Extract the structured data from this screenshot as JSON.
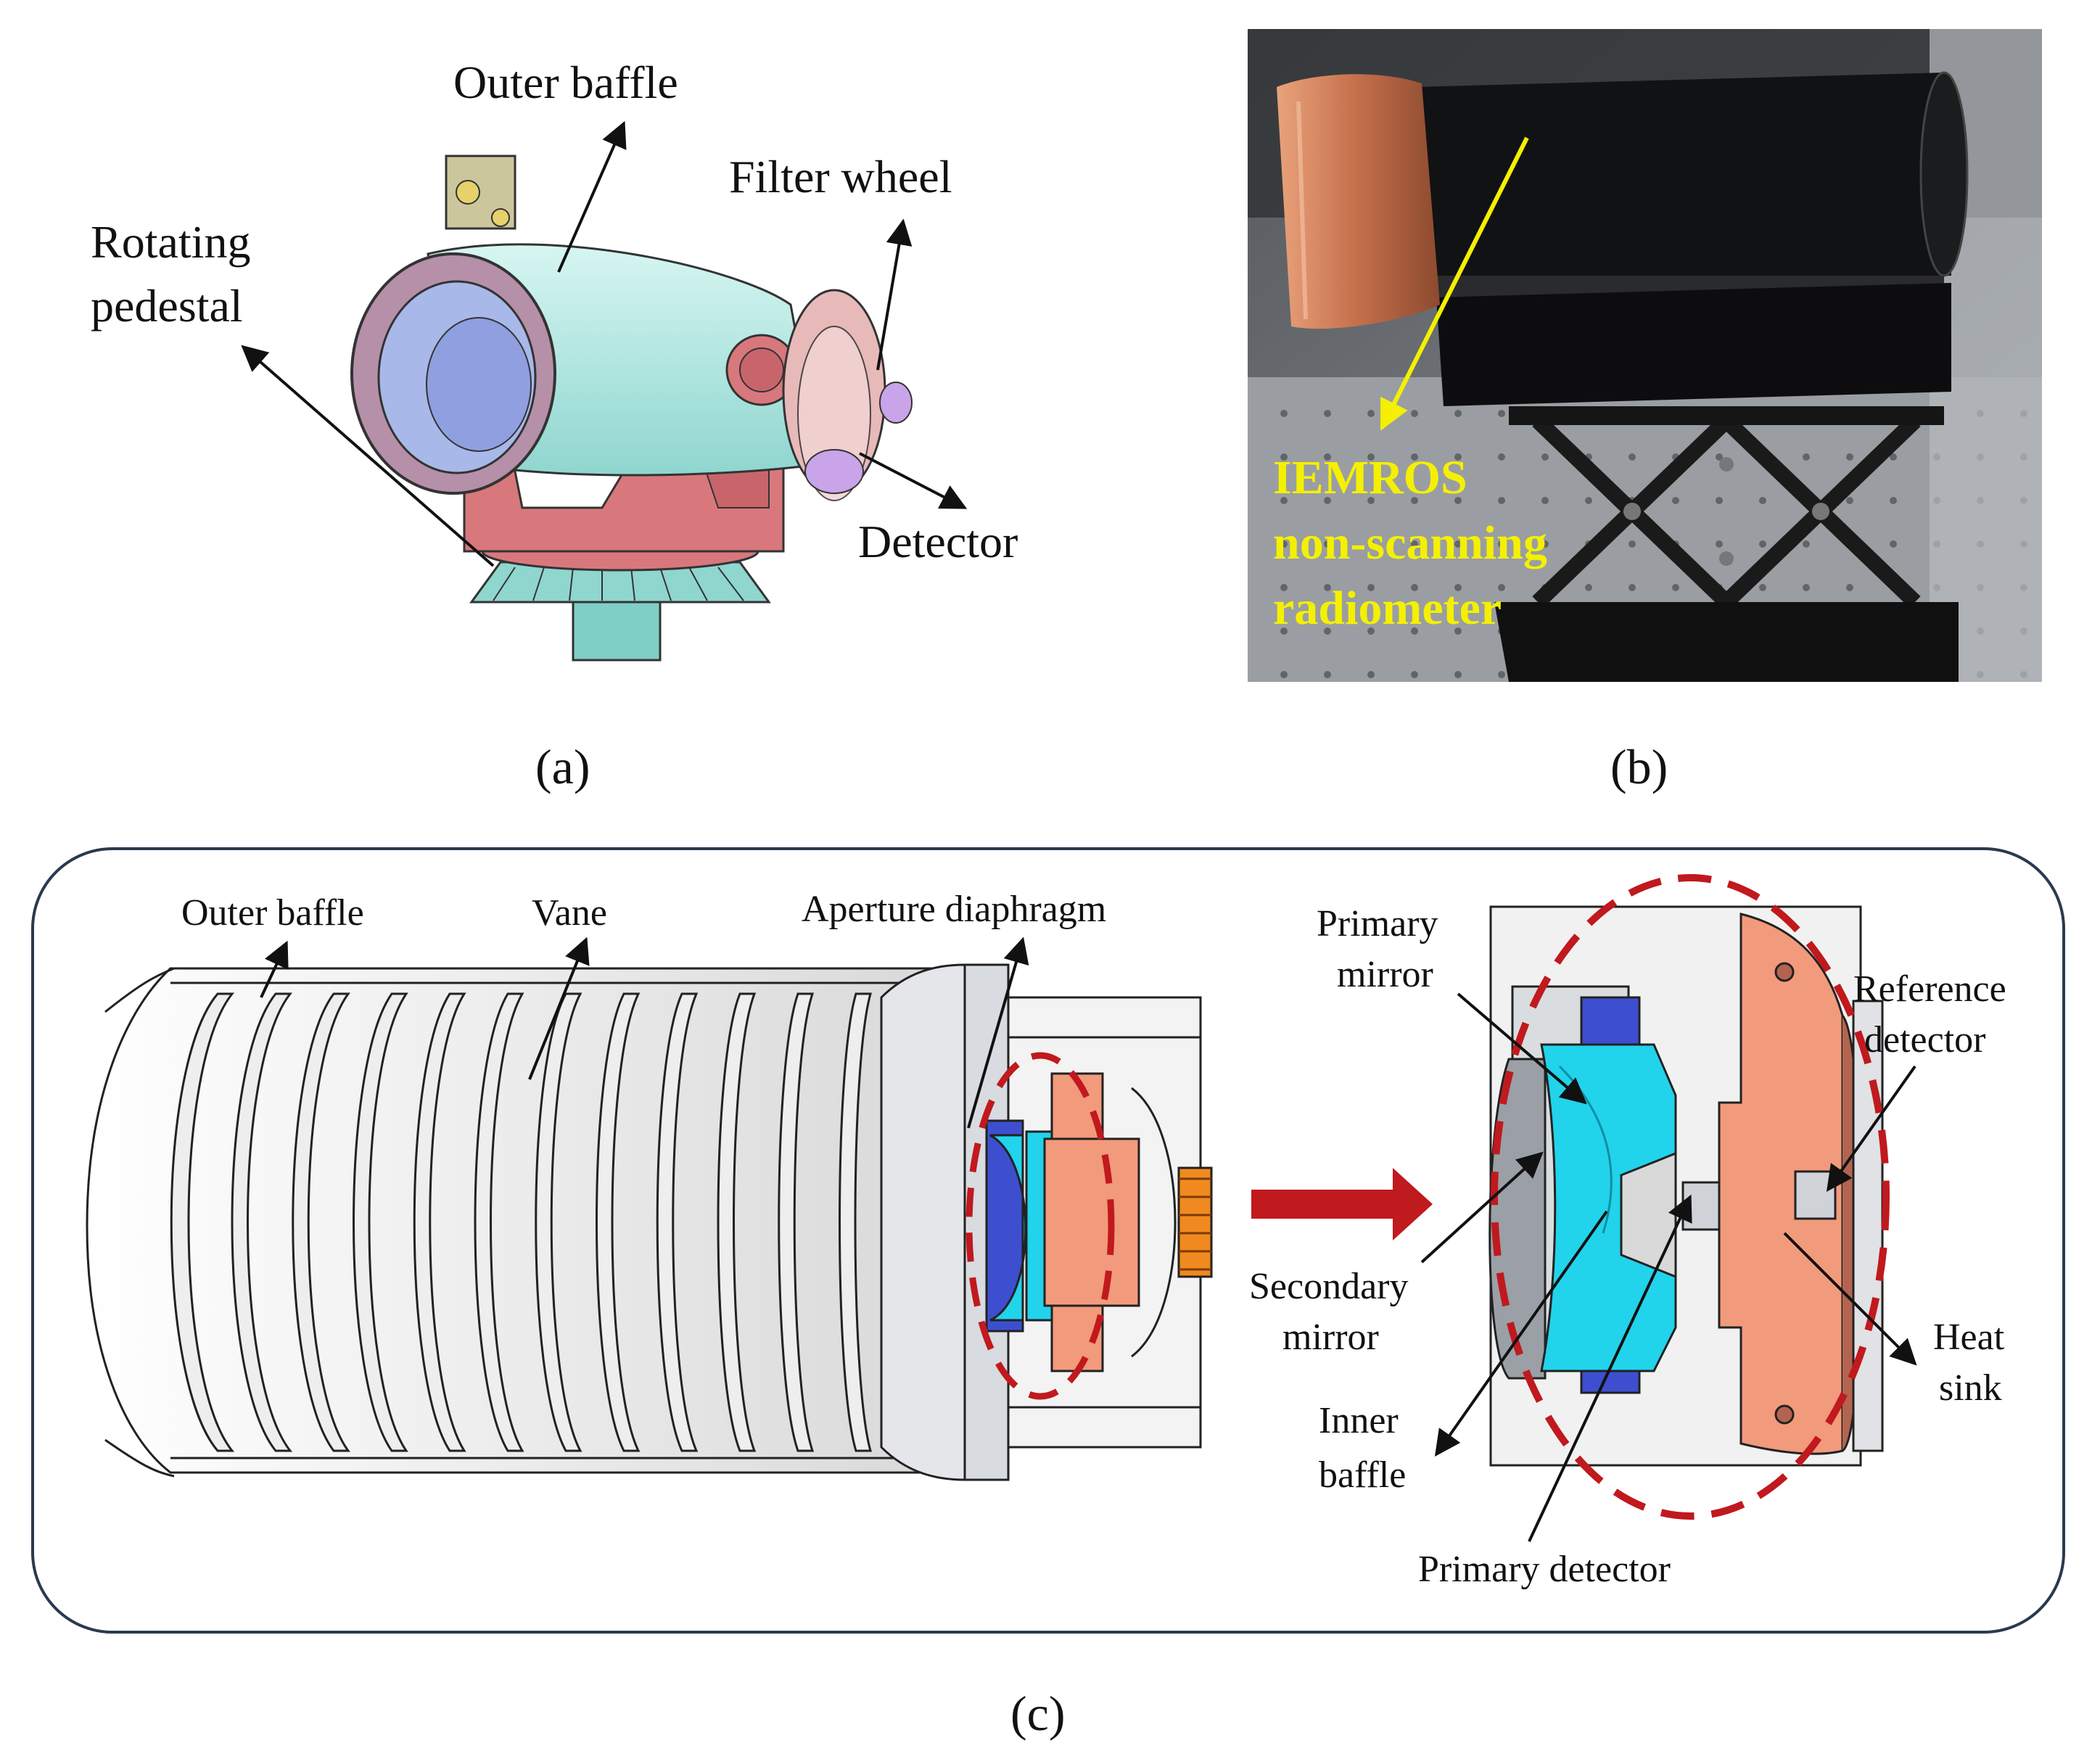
{
  "panel_a": {
    "caption": "(a)",
    "labels": {
      "outer_baffle": "Outer baffle",
      "filter_wheel": "Filter wheel",
      "rotating_line1": "Rotating",
      "rotating_line2": "pedestal",
      "detector": "Detector"
    }
  },
  "panel_b": {
    "caption": "(b)",
    "labels": {
      "line1": "IEMROS",
      "line2": "non-scanning",
      "line3": "radiometer"
    }
  },
  "panel_c": {
    "caption": "(c)",
    "labels": {
      "outer_baffle": "Outer baffle",
      "vane": "Vane",
      "aperture": "Aperture diaphragm",
      "primary_mirror_1": "Primary",
      "primary_mirror_2": "mirror",
      "reference_1": "Reference",
      "reference_2": "detector",
      "secondary_1": "Secondary",
      "secondary_2": "mirror",
      "heat_1": "Heat",
      "heat_2": "sink",
      "inner_1": "Inner",
      "inner_2": "baffle",
      "primary_detector": "Primary detector"
    }
  },
  "colors": {
    "baffle_cyan": "#b9ece6",
    "pedestal_red": "#d9787c",
    "mirror_cyan": "#22d3ec",
    "copper": "#f29a7c",
    "copper_dark": "#b36450",
    "dash_red": "#c0191e",
    "arrow_red": "#c0191e",
    "yellow": "#f4f000"
  }
}
